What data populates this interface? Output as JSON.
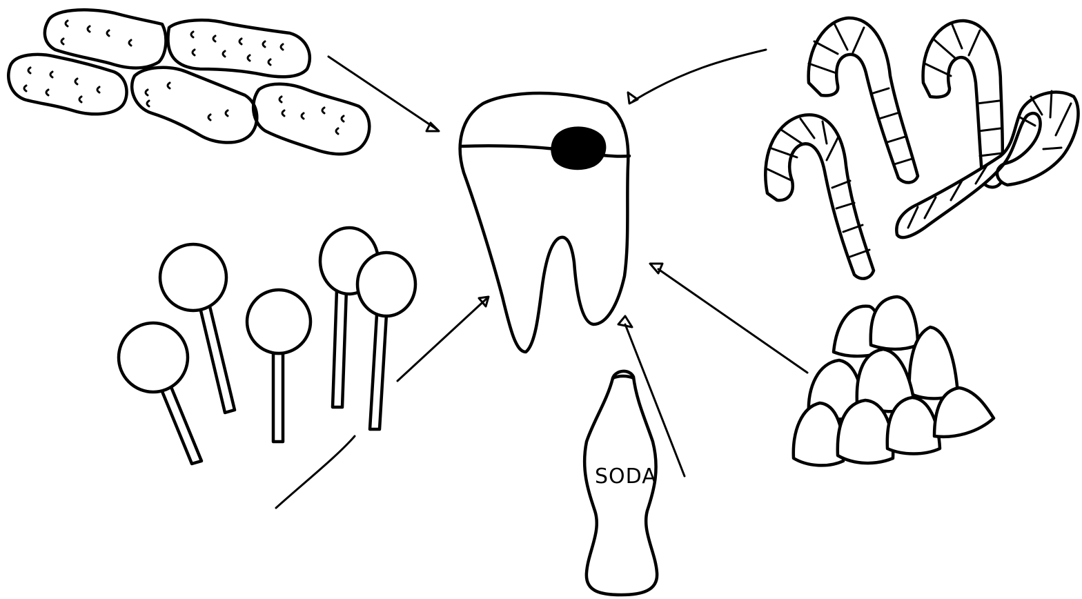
{
  "diagram": {
    "center": {
      "name": "tooth",
      "has_cavity": true
    },
    "sources": [
      {
        "name": "peanuts"
      },
      {
        "name": "candy-canes"
      },
      {
        "name": "lollipops"
      },
      {
        "name": "soda-bottle",
        "label": "SODA"
      },
      {
        "name": "gumdrops"
      }
    ],
    "arrows": [
      {
        "from": "peanuts",
        "to": "tooth"
      },
      {
        "from": "candy-canes",
        "to": "tooth"
      },
      {
        "from": "lollipops",
        "to": "tooth"
      },
      {
        "from": "soda-bottle",
        "to": "tooth"
      },
      {
        "from": "gumdrops",
        "to": "tooth"
      }
    ]
  },
  "colors": {
    "ink": "#000000",
    "paper": "#ffffff"
  }
}
